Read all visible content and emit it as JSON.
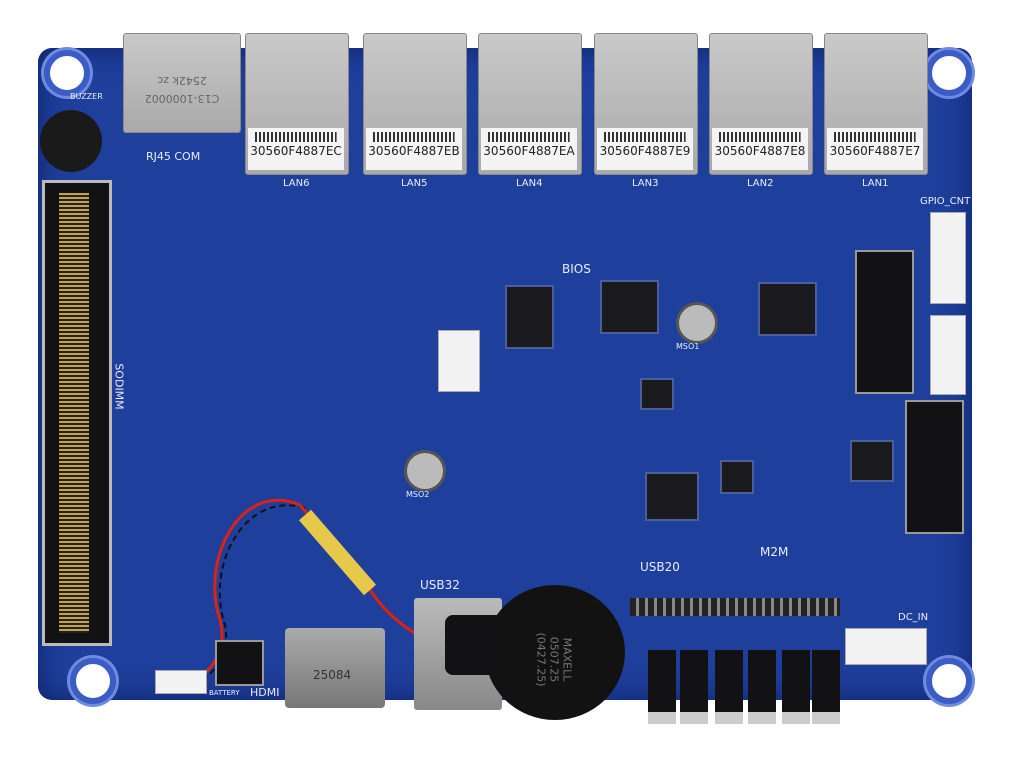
{
  "com_port": {
    "label": "RJ45 COM",
    "marking_1": "2542k zc",
    "marking_2": "C13-1000002"
  },
  "lan_ports": [
    {
      "name": "LAN6",
      "serial": "30560F4887EC"
    },
    {
      "name": "LAN5",
      "serial": "30560F4887EB"
    },
    {
      "name": "LAN4",
      "serial": "30560F4887EA"
    },
    {
      "name": "LAN3",
      "serial": "30560F4887E9"
    },
    {
      "name": "LAN2",
      "serial": "30560F4887E8"
    },
    {
      "name": "LAN1",
      "serial": "30560F4887E7"
    }
  ],
  "silkscreen": {
    "buzzer": "BUZZER",
    "sodimm": "SODIMM",
    "bios": "BIOS",
    "gpio": "GPIO_CNT",
    "m2m": "M2M",
    "usb32": "USB32",
    "usb20": "USB20",
    "hdmi": "HDMI",
    "battery": "BATTERY",
    "dc_in": "DC_IN",
    "mso1": "MSO1",
    "mso2": "MSO2"
  },
  "hdmi_marking": "25084",
  "coin_cell": {
    "brand": "MAXELL",
    "line1": "0507.25",
    "line2": "(0427.25)"
  }
}
